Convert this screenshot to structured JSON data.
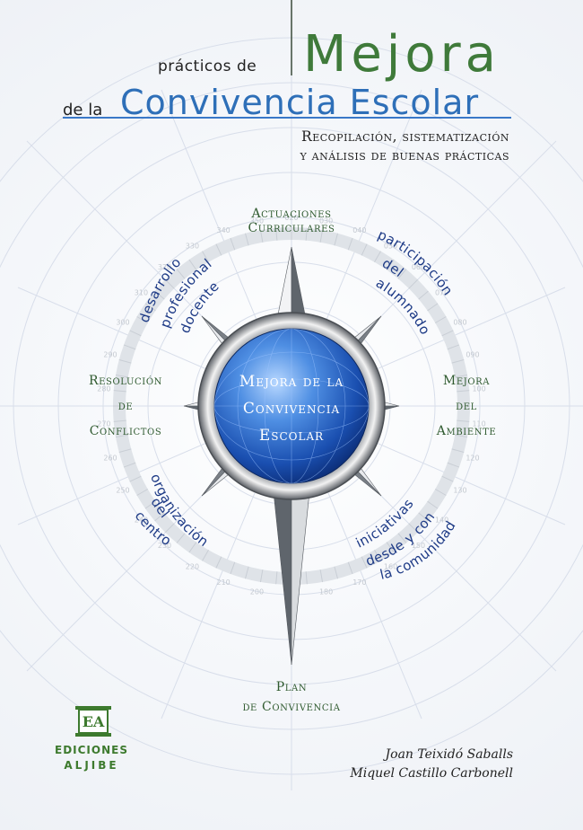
{
  "header": {
    "pre_title": "prácticos de",
    "title": "Mejora",
    "de_la": "de la",
    "subtitle": "Convivencia Escolar",
    "desc_line1": "Recopilación, sistematización",
    "desc_line2": "y análisis de buenas prácticas"
  },
  "compass": {
    "center_line1": "Mejora de la",
    "center_line2": "Convivencia",
    "center_line3": "Escolar",
    "top_label_line1": "Actuaciones",
    "top_label_line2": "Curriculares",
    "bottom_label_line1": "Plan",
    "bottom_label_line2": "de Convivencia",
    "left_label_line1": "Resolución",
    "left_label_line2": "de",
    "left_label_line3": "Conflictos",
    "right_label_line1": "Mejora",
    "right_label_line2": "del",
    "right_label_line3": "Ambiente",
    "arc_top_left": [
      "desarrollo",
      "profesional",
      "docente"
    ],
    "arc_top_right": [
      "participación",
      "del",
      "alumnado"
    ],
    "arc_bottom_left": [
      "organización",
      "del",
      "centro"
    ],
    "arc_bottom_right": [
      "iniciativas",
      "desde y con",
      "la comunidad"
    ],
    "dial_numbers": [
      "340",
      "350",
      "020",
      "030",
      "040",
      "050",
      "060",
      "070",
      "080",
      "090",
      "100",
      "110",
      "120",
      "130",
      "140",
      "150",
      "160",
      "170",
      "180",
      "190",
      "200",
      "210",
      "220",
      "230",
      "240",
      "250",
      "260",
      "270",
      "280",
      "290",
      "300",
      "310",
      "320",
      "330"
    ]
  },
  "authors": {
    "author1": "Joan Teixidó Saballs",
    "author2": "Miquel Castillo Carbonell"
  },
  "publisher": {
    "logo_letters": "EA",
    "line1": "EDICIONES",
    "line2": "ALJIBE"
  },
  "colors": {
    "green": "#3f7a3a",
    "blue": "#2e6fb8",
    "navy": "#1d3a86",
    "rule": "#3a78c8"
  }
}
